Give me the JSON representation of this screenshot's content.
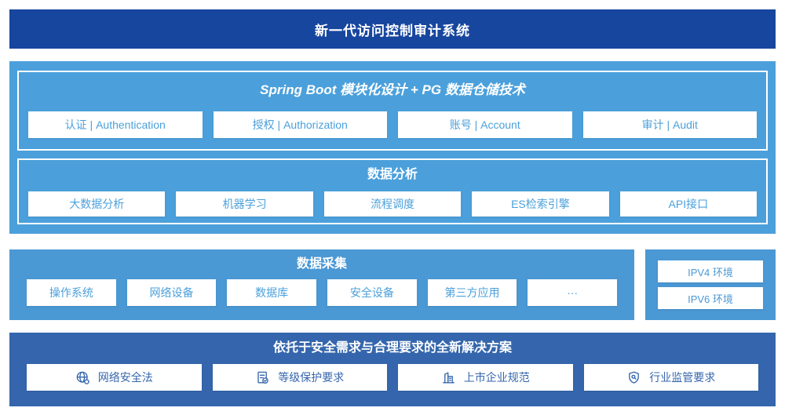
{
  "banner": {
    "title": "新一代访问控制审计系统"
  },
  "platform": {
    "spring": {
      "title": "Spring Boot 模块化设计 + PG 数据仓储技术",
      "items": [
        "认证 | Authentication",
        "授权 | Authorization",
        "账号 | Account",
        "审计 | Audit"
      ]
    },
    "analysis": {
      "title": "数据分析",
      "items": [
        "大数据分析",
        "机器学习",
        "流程调度",
        "ES检索引擎",
        "API接口"
      ]
    }
  },
  "collection": {
    "title": "数据采集",
    "items": [
      "操作系统",
      "网络设备",
      "数据库",
      "安全设备",
      "第三方应用",
      "···"
    ]
  },
  "network": {
    "items": [
      "IPV4 环境",
      "IPV6 环境"
    ]
  },
  "solution": {
    "title": "依托于安全需求与合理要求的全新解决方案",
    "items": [
      {
        "icon": "globe-icon",
        "label": "网络安全法"
      },
      {
        "icon": "document-check-icon",
        "label": "等级保护要求"
      },
      {
        "icon": "building-icon",
        "label": "上市企业规范"
      },
      {
        "icon": "shield-search-icon",
        "label": "行业监管要求"
      }
    ]
  },
  "colors": {
    "banner_bg": "#17469E",
    "platform_bg": "#4BA0DB",
    "collection_bg": "#4A98D4",
    "solution_bg": "#3566AD",
    "light_box_text": "#4BA0DB",
    "dark_box_text": "#3566AD",
    "box_bg": "#FFFFFF"
  }
}
